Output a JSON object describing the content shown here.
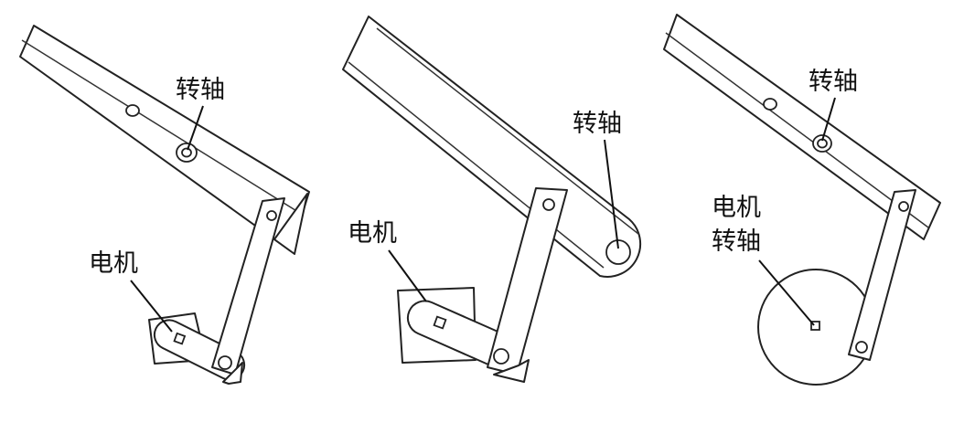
{
  "panels": [
    {
      "labels": {
        "pivot": "转轴",
        "motor": "电机"
      }
    },
    {
      "labels": {
        "pivot": "转轴",
        "motor": "电机"
      }
    },
    {
      "labels": {
        "motor_line1": "电机",
        "motor_line2": "转轴",
        "pivot": "转轴"
      }
    }
  ]
}
